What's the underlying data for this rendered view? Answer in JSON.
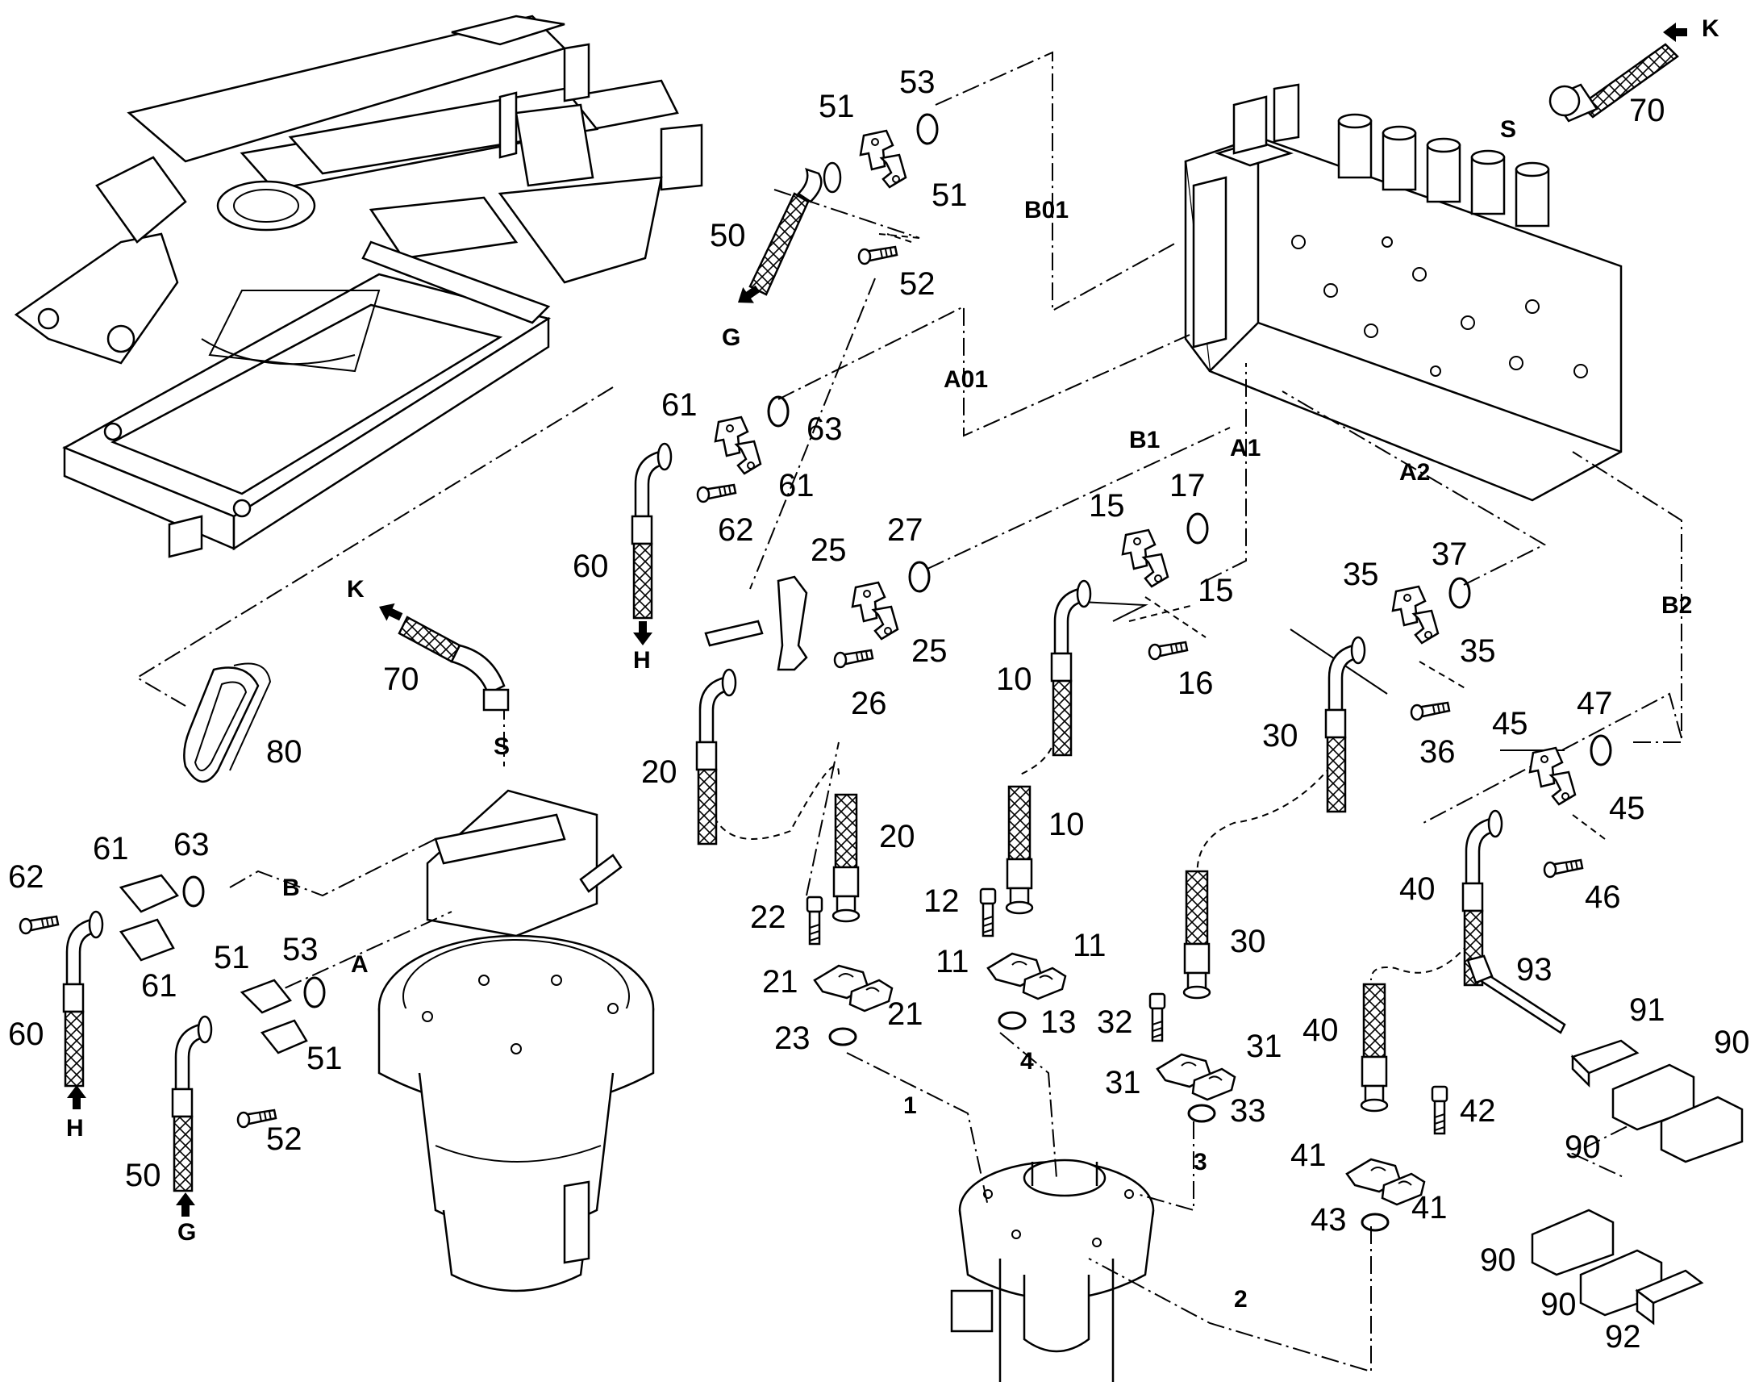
{
  "labels": {
    "n70_top": "70",
    "K_top": "K",
    "S_top": "S",
    "n53_top": "53",
    "n51_top_a": "51",
    "n51_top_b": "51",
    "n50_top": "50",
    "n52_top": "52",
    "G_top": "G",
    "B01": "B01",
    "A01": "A01",
    "B1": "B1",
    "A1": "A1",
    "A2": "A2",
    "B2": "B2",
    "n61_a": "61",
    "n63_mid": "63",
    "n61_b": "61",
    "n62_mid": "62",
    "n60_mid": "60",
    "H_mid": "H",
    "n25_a": "25",
    "n27": "27",
    "n25_b": "25",
    "n26": "26",
    "n20_a": "20",
    "n15_a": "15",
    "n17": "17",
    "n15_b": "15",
    "n16": "16",
    "n10_a": "10",
    "n35_a": "35",
    "n37": "37",
    "n35_b": "35",
    "n36": "36",
    "n30_a": "30",
    "n45_a": "45",
    "n47": "47",
    "n45_b": "45",
    "n46": "46",
    "n40_a": "40",
    "K_left": "K",
    "n70_left": "70",
    "S_left": "S",
    "n80": "80",
    "n62_left": "62",
    "n61_left_a": "61",
    "n63_left": "63",
    "B_left": "B",
    "n61_left_b": "61",
    "n60_left": "60",
    "H_left": "H",
    "n51_left_a": "51",
    "n53_left": "53",
    "A_left": "A",
    "n51_left_b": "51",
    "n50_left": "50",
    "n52_left": "52",
    "G_left": "G",
    "n20_b": "20",
    "n22": "22",
    "n21_a": "21",
    "n21_b": "21",
    "n23": "23",
    "p1": "1",
    "n10_b": "10",
    "n12": "12",
    "n11_a": "11",
    "n11_b": "11",
    "n13": "13",
    "p4": "4",
    "n30_b": "30",
    "n32": "32",
    "n31_a": "31",
    "n31_b": "31",
    "n33": "33",
    "p3": "3",
    "n40_b": "40",
    "n42": "42",
    "n41_a": "41",
    "n41_b": "41",
    "n43": "43",
    "p2": "2",
    "n93": "93",
    "n91": "91",
    "n90_a": "90",
    "n90_b": "90",
    "n90_c": "90",
    "n90_d": "90",
    "n92": "92"
  }
}
